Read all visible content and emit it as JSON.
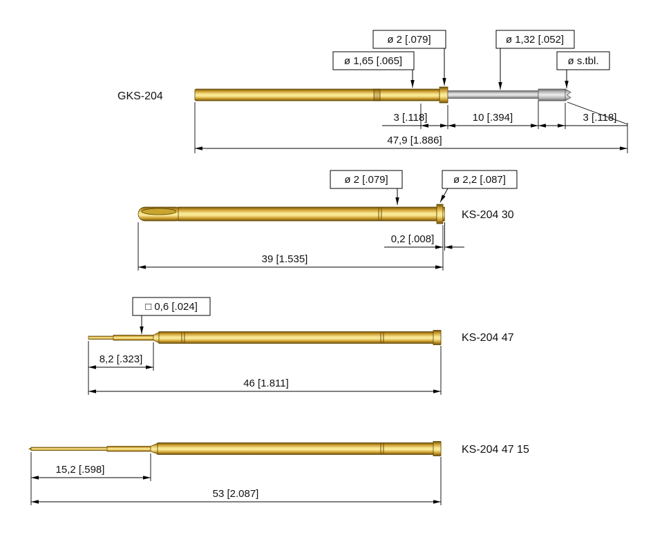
{
  "probes": [
    {
      "label": "GKS-204",
      "callouts": [
        "ø 2 [.079]",
        "ø 1,65 [.065]",
        "ø 1,32 [.052]",
        "ø s.tbl."
      ],
      "dims": [
        "3 [.118]",
        "10 [.394]",
        "3 [.118]",
        "47,9 [1.886]"
      ]
    },
    {
      "label": "KS-204 30",
      "callouts": [
        "ø 2 [.079]",
        "ø 2,2 [.087]"
      ],
      "dims": [
        "0,2 [.008]",
        "39 [1.535]"
      ]
    },
    {
      "label": "KS-204 47",
      "callouts": [
        "□ 0,6 [.024]"
      ],
      "dims": [
        "8,2 [.323]",
        "46 [1.811]"
      ]
    },
    {
      "label": "KS-204 47 15",
      "callouts": [],
      "dims": [
        "15,2 [.598]",
        "53 [2.087]"
      ]
    }
  ],
  "colors": {
    "background": "#ffffff",
    "line": "#000000",
    "gold_dark": "#6e520a",
    "gold_mid": "#c9992b",
    "gold_highlight": "#f9e793",
    "silver_dark": "#666666",
    "silver_mid": "#b5b5b5",
    "silver_highlight": "#eeeeee"
  }
}
